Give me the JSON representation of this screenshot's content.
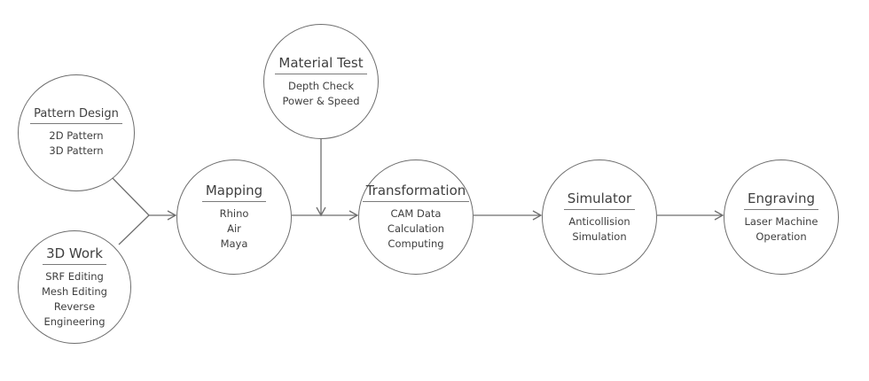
{
  "nodes": {
    "pattern_design": {
      "title": "Pattern Design",
      "lines": [
        "2D Pattern",
        "3D Pattern"
      ]
    },
    "work_3d": {
      "title": "3D Work",
      "lines": [
        "SRF Editing",
        "Mesh Editing",
        "Reverse",
        "Engineering"
      ]
    },
    "mapping": {
      "title": "Mapping",
      "lines": [
        "Rhino",
        "Air",
        "Maya"
      ]
    },
    "material_test": {
      "title": "Material Test",
      "lines": [
        "Depth Check",
        "Power & Speed"
      ]
    },
    "transformation": {
      "title": "Transformation",
      "lines": [
        "CAM Data",
        "Calculation",
        "Computing"
      ]
    },
    "simulator": {
      "title": "Simulator",
      "lines": [
        "Anticollision",
        "Simulation"
      ]
    },
    "engraving": {
      "title": "Engraving",
      "lines": [
        "Laser Machine",
        "Operation"
      ]
    }
  },
  "colors": {
    "stroke": "#6e6e6e",
    "text": "#3f3f3f"
  }
}
